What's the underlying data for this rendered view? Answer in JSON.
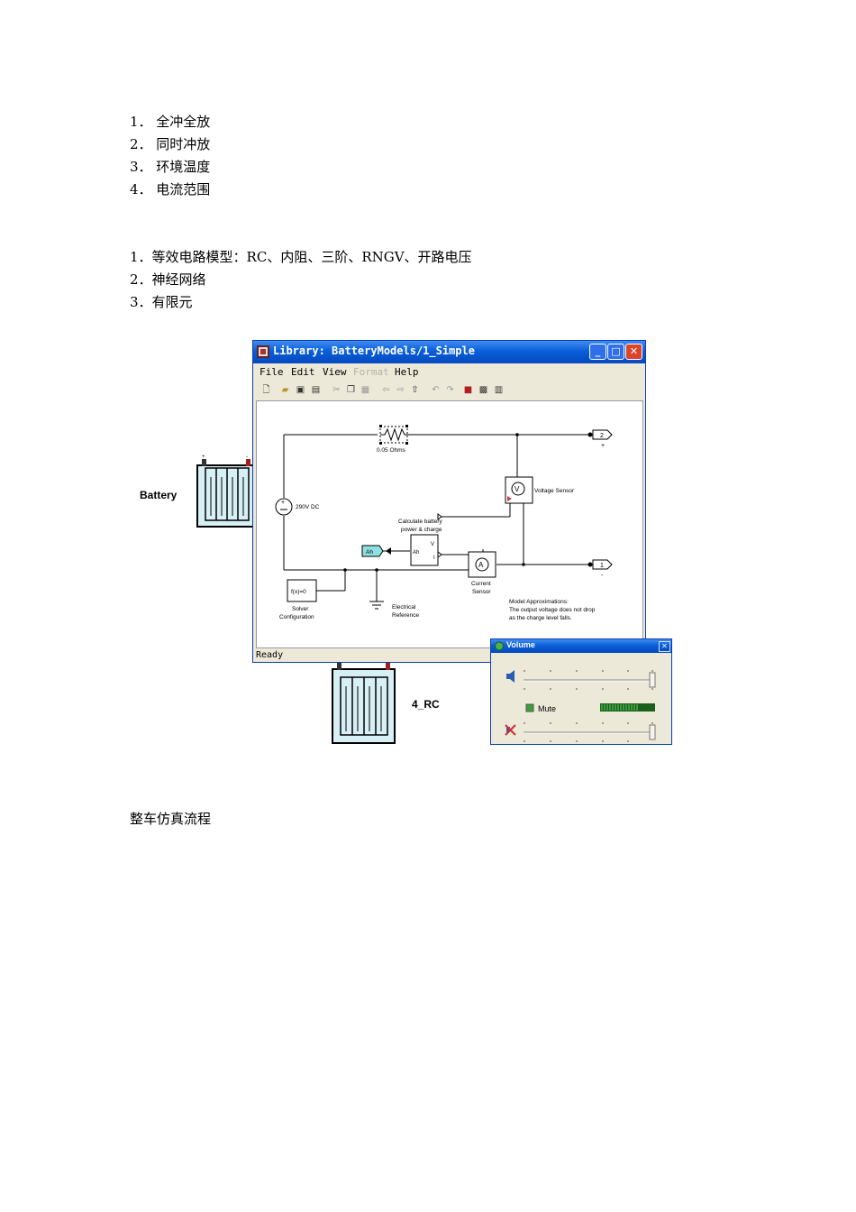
{
  "list1": [
    "1．  全冲全放",
    "2．  同时冲放",
    "3．  环境温度",
    "4．  电流范围"
  ],
  "list2": [
    "1．等效电路模型：RC、内阻、三阶、RNGV、开路电压",
    "2．神经网络",
    "3．有限元"
  ],
  "footer_text": "整车仿真流程",
  "simulink": {
    "title": "Library: BatteryModels/1_Simple",
    "menu": [
      "File",
      "Edit",
      "View",
      "Format",
      "Help"
    ],
    "status": "Ready",
    "diagram": {
      "resistor_label": "0.05 Ohms",
      "dc_source_label": "290V DC",
      "voltage_sensor_label": "Voltage Sensor",
      "voltage_sensor_symbol": "V",
      "calc_block_title_1": "Calculate battery",
      "calc_block_title_2": "power & charge",
      "calc_port_v": "V",
      "calc_port_i": "I",
      "calc_port_ah": "Ah",
      "goto_ah": "Ah",
      "current_sensor_symbol": "A",
      "current_sensor_label_1": "Current",
      "current_sensor_label_2": "Sensor",
      "solver_block": "f(x)=0",
      "solver_label_1": "Solver",
      "solver_label_2": "Configuration",
      "ground_label_1": "Electrical",
      "ground_label_2": "Reference",
      "port_2": "2",
      "port_2_sign": "+",
      "port_1": "1",
      "port_1_sign": "-",
      "note_1": "Model Approximations:",
      "note_2": "The output voltage does not drop",
      "note_3": "as the charge level falls."
    }
  },
  "battery_labels": {
    "battery": "Battery",
    "rc": "4_RC"
  },
  "volume": {
    "title": "Volume",
    "mute_label": "Mute"
  }
}
